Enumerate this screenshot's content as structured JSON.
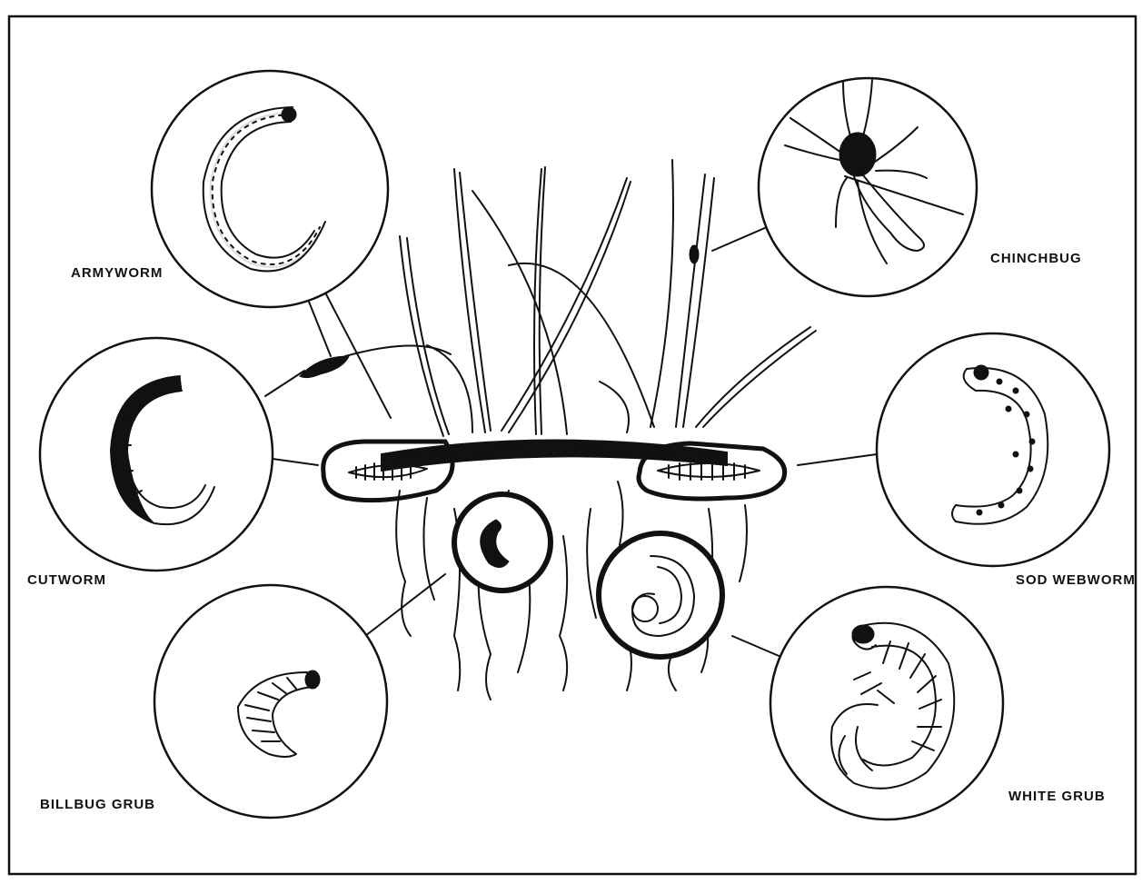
{
  "labels": {
    "armyworm": "ARMYWORM",
    "cutworm": "CUTWORM",
    "billbug_grub": "BILLBUG GRUB",
    "chinchbug": "CHINCHBUG",
    "sod_webworm": "SOD WEBWORM",
    "white_grub": "WHITE GRUB"
  }
}
